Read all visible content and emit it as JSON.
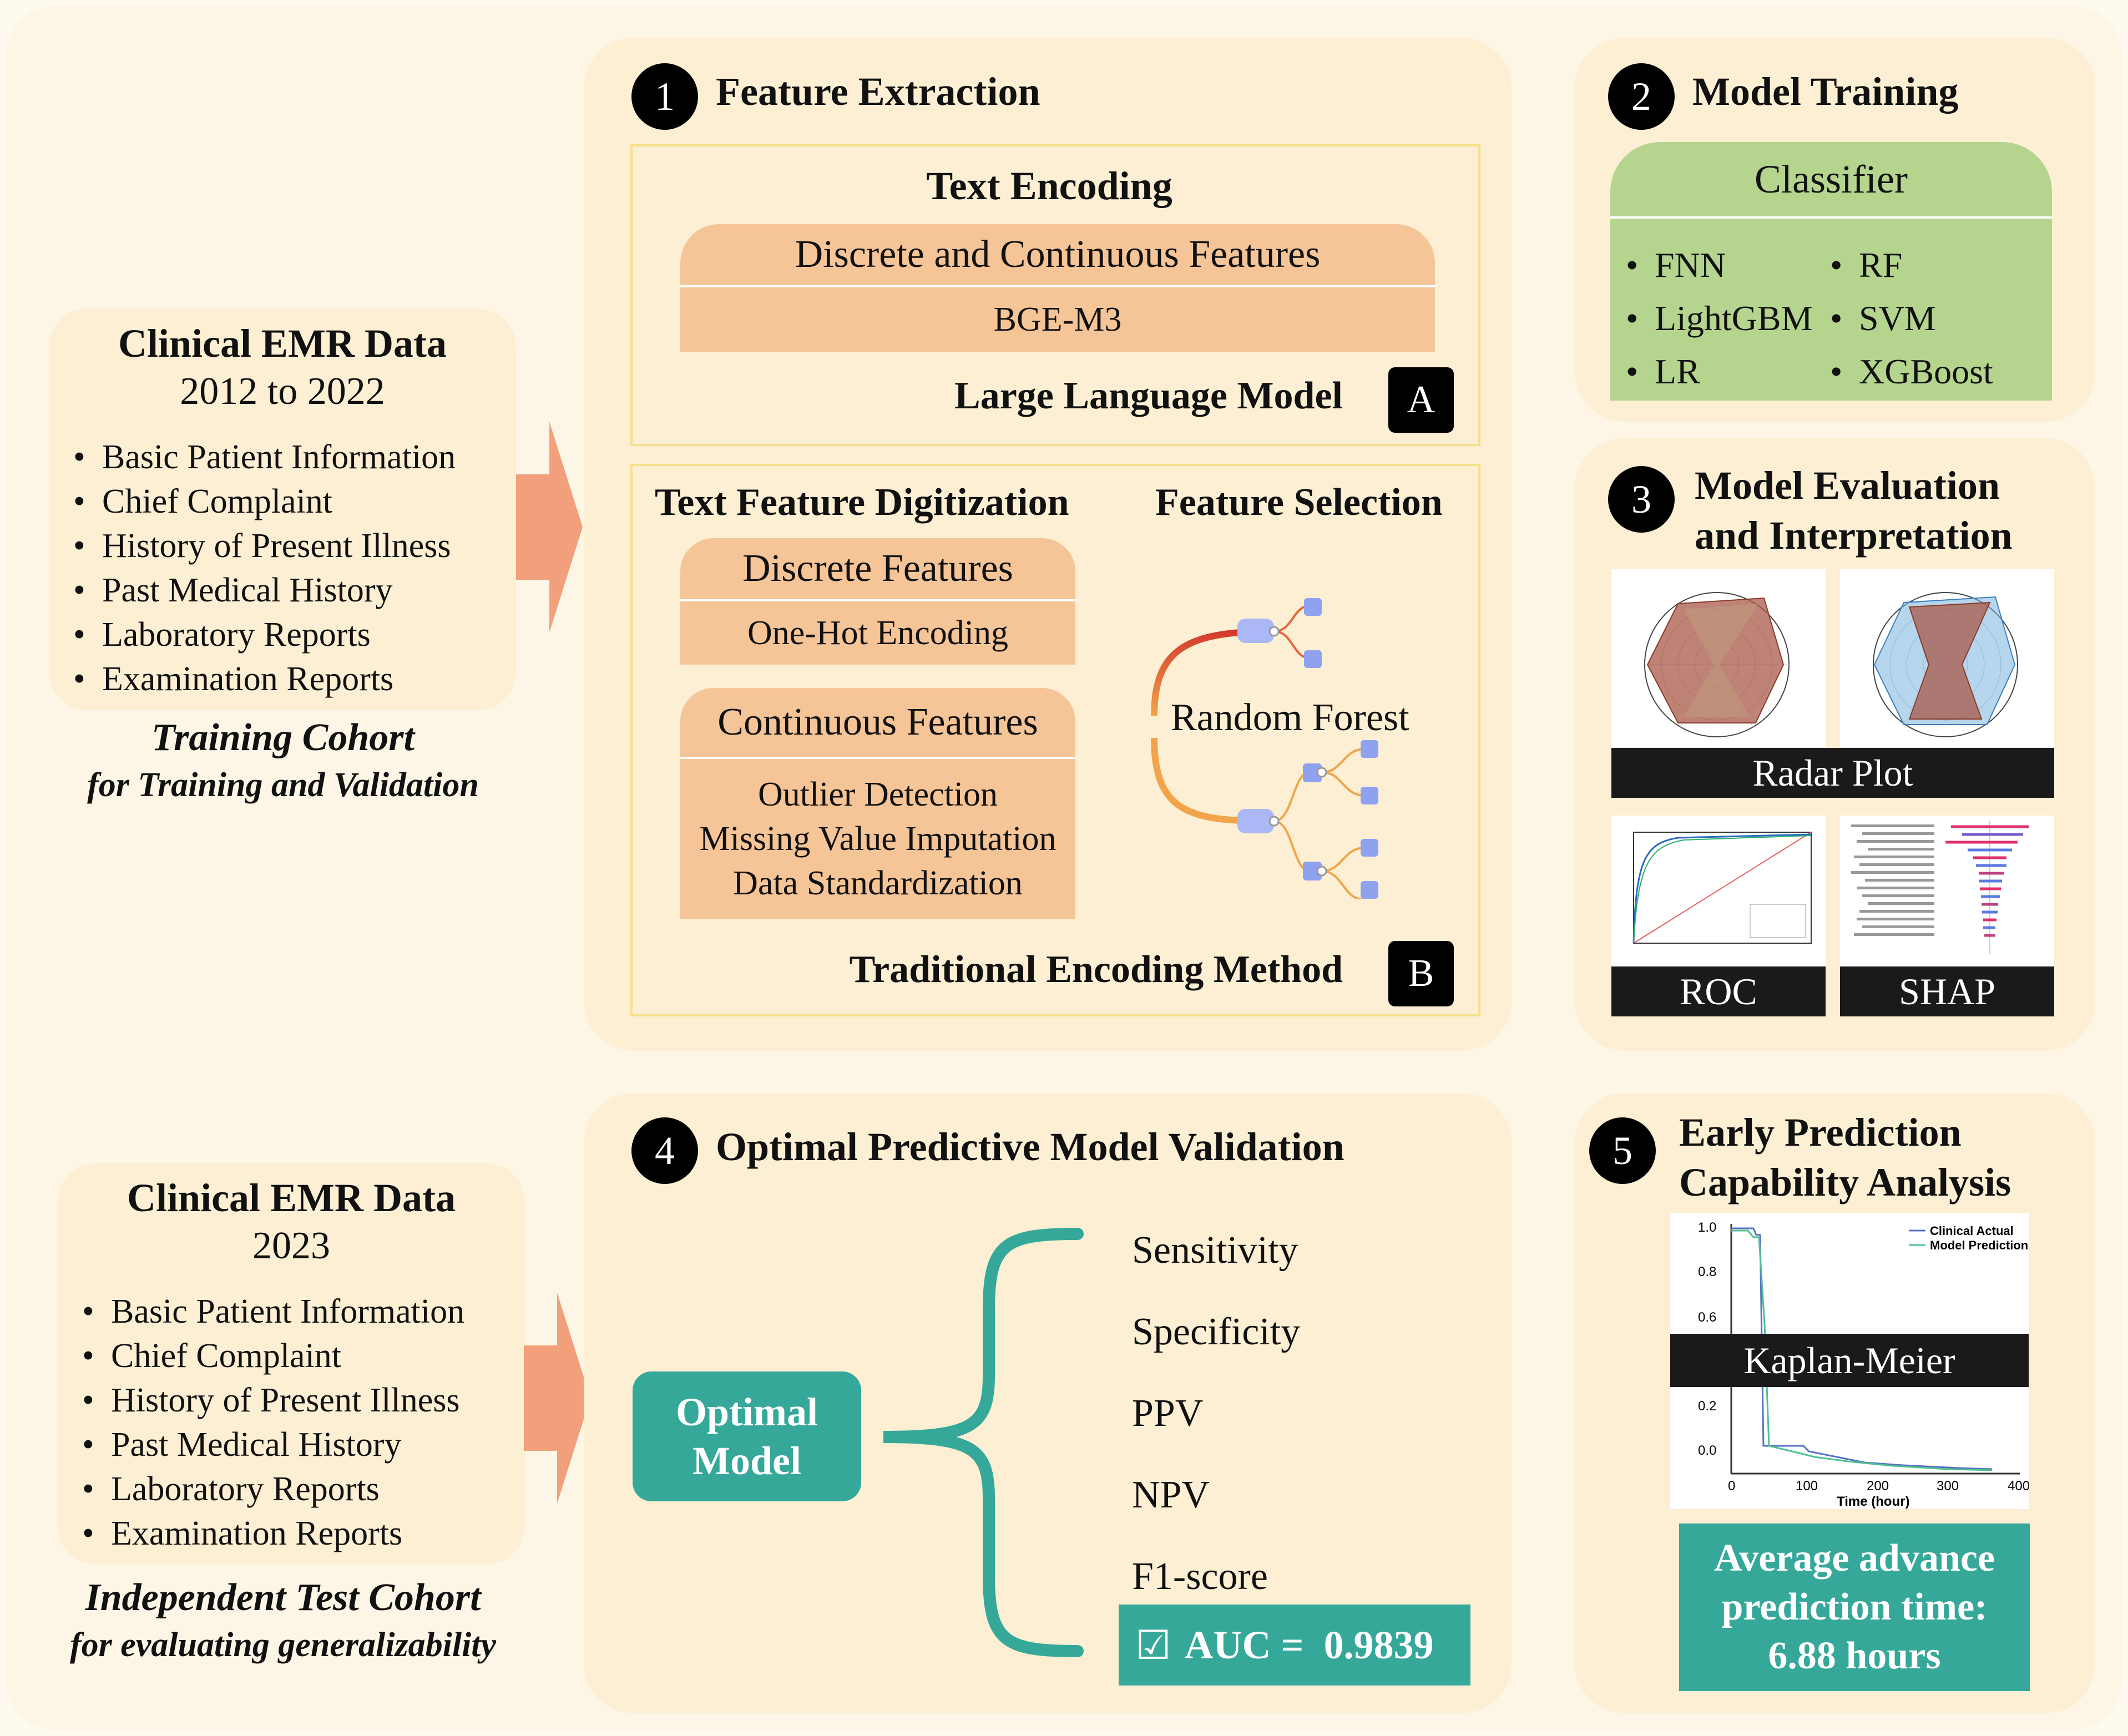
{
  "left_top": {
    "title": "Clinical EMR Data",
    "years": "2012 to 2022",
    "items": [
      "Basic Patient Information",
      "Chief Complaint",
      "History of Present Illness",
      "Past Medical History",
      "Laboratory Reports",
      "Examination Reports"
    ],
    "caption1": "Training Cohort",
    "caption2": "for Training and Validation"
  },
  "left_bottom": {
    "title": "Clinical EMR Data",
    "years": "2023",
    "items": [
      "Basic Patient Information",
      "Chief Complaint",
      "History of Present Illness",
      "Past Medical History",
      "Laboratory Reports",
      "Examination Reports"
    ],
    "caption1": "Independent Test Cohort",
    "caption2": "for evaluating generalizability"
  },
  "step1": {
    "num": "1",
    "title": "Feature Extraction",
    "text_encoding": "Text Encoding",
    "discrete_continuous": "Discrete and Continuous Features",
    "bge": "BGE-M3",
    "llm": "Large Language Model",
    "tag_a": "A",
    "digitization": "Text Feature Digitization",
    "selection": "Feature Selection",
    "discrete": "Discrete Features",
    "onehot": "One-Hot Encoding",
    "continuous": "Continuous Features",
    "outlier": "Outlier Detection",
    "missing": "Missing Value Imputation",
    "standard": "Data Standardization",
    "random_forest": "Random Forest",
    "traditional": "Traditional Encoding Method",
    "tag_b": "B"
  },
  "step2": {
    "num": "2",
    "title": "Model Training",
    "classifier": "Classifier",
    "col1": [
      "FNN",
      "LightGBM",
      "LR"
    ],
    "col2": [
      "RF",
      "SVM",
      "XGBoost"
    ]
  },
  "step3": {
    "num": "3",
    "title1": "Model Evaluation",
    "title2": "and Interpretation",
    "radar": "Radar Plot",
    "roc": "ROC",
    "shap": "SHAP"
  },
  "step4": {
    "num": "4",
    "title": "Optimal Predictive Model Validation",
    "optimal1": "Optimal",
    "optimal2": "Model",
    "metrics": [
      "Sensitivity",
      "Specificity",
      "PPV",
      "NPV",
      "F1-score"
    ],
    "check": "☑",
    "auc": "AUC =  0.9839"
  },
  "step5": {
    "num": "5",
    "title1": "Early Prediction",
    "title2": "Capability Analysis",
    "km": "Kaplan-Meier",
    "avg1": "Average advance",
    "avg2": "prediction time:",
    "avg3": "6.88 hours",
    "km_legend1": "Clinical Actual",
    "km_legend2": "Model Prediction",
    "km_xlabel": "Time (hour)",
    "km_xticks": [
      "0",
      "100",
      "200",
      "300",
      "400"
    ],
    "km_yticks": [
      "1.0",
      "0.8",
      "0.6",
      "0.2",
      "0.0"
    ]
  },
  "colors": {
    "panel": "#fcefd3",
    "orange": "#f5c597",
    "green": "#b5d48e",
    "teal": "#35a89a",
    "arrow": "#f2a07c"
  }
}
